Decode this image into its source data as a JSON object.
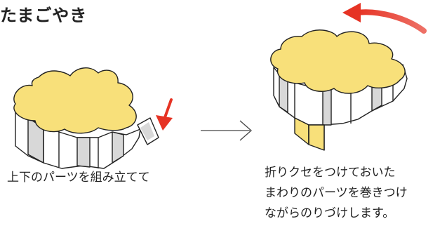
{
  "title": "たまごやき",
  "step1": {
    "caption": "上下のパーツを組み立てて"
  },
  "step2": {
    "caption_lines": [
      "折りクセをつけておいた",
      "まわりのパーツを巻きつけ",
      "ながらのりづけします。"
    ]
  },
  "icons": {
    "step1": "flower-shaped-box-assembly-icon",
    "step2": "flower-shaped-box-wrapping-icon",
    "next": "right-arrow-icon",
    "press": "red-push-arrow-icon",
    "rotate": "red-rotate-arrow-icon"
  },
  "colors": {
    "top": "#F8E07A",
    "side": "#FFFFFF",
    "side_shadow": "#D8D8D8",
    "accent": "#E63324",
    "outline": "#222222"
  }
}
